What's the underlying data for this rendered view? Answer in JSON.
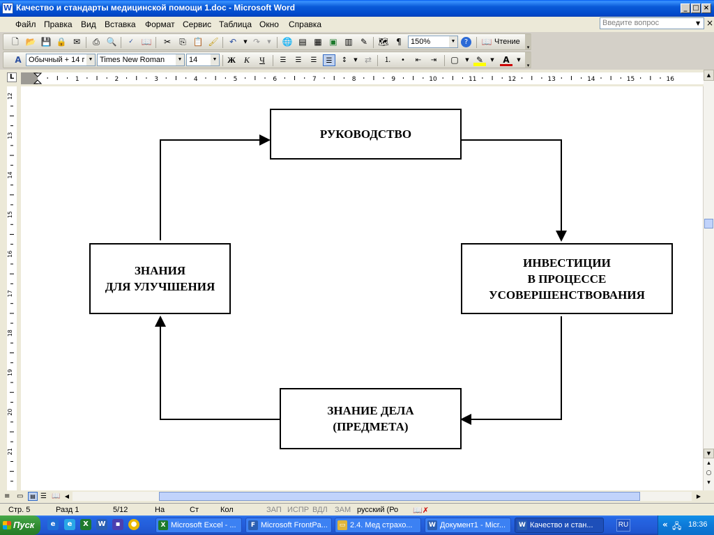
{
  "window": {
    "title": "Качество и стандарты медицинской помощи 1.doc - Microsoft Word",
    "app_icon": "word-icon"
  },
  "menu": {
    "items": [
      "Файл",
      "Правка",
      "Вид",
      "Вставка",
      "Формат",
      "Сервис",
      "Таблица",
      "Окно",
      "Справка"
    ],
    "help_placeholder": "Введите вопрос"
  },
  "standard_toolbar": {
    "zoom": "150%",
    "read_label": "Чтение"
  },
  "format_toolbar": {
    "style": "Обычный + 14 г",
    "font": "Times New Roman",
    "size": "14",
    "bold": "Ж",
    "italic": "К",
    "underline": "Ч"
  },
  "ruler": {
    "h_ticks": [
      "1",
      "2",
      "3",
      "4",
      "5",
      "6",
      "7",
      "8",
      "9",
      "10",
      "11",
      "12",
      "13",
      "14",
      "15",
      "16"
    ],
    "v_ticks": [
      "12",
      "13",
      "14",
      "15",
      "16",
      "17",
      "18",
      "19",
      "20",
      "21"
    ]
  },
  "diagram": {
    "top": "РУКОВОДСТВО",
    "right": "ИНВЕСТИЦИИ\nВ ПРОЦЕССЕ\nУСОВЕРШЕНСТВОВАНИЯ",
    "bottom": "ЗНАНИЕ ДЕЛА\n(ПРЕДМЕТА)",
    "left": "ЗНАНИЯ\nДЛЯ УЛУЧШЕНИЯ"
  },
  "status": {
    "page": "Стр. 5",
    "section": "Разд 1",
    "pages": "5/12",
    "at": "На",
    "line": "Ст",
    "col": "Кол",
    "rec": "ЗАП",
    "trk": "ИСПР",
    "ext": "ВДЛ",
    "ovr": "ЗАМ",
    "lang": "русский (Ро"
  },
  "taskbar": {
    "start": "Пуск",
    "tasks": [
      {
        "label": "Microsoft Excel - ...",
        "icon": "excel-icon",
        "color": "#1d7a2d"
      },
      {
        "label": "Microsoft FrontPa...",
        "icon": "frontpage-icon",
        "color": "#2b5fb3"
      },
      {
        "label": "2.4. Мед страхо...",
        "icon": "folder-icon",
        "color": "#e0b63a"
      },
      {
        "label": "Документ1 - Micr...",
        "icon": "word-icon",
        "color": "#2b5fb3"
      },
      {
        "label": "Качество и стан...",
        "icon": "word-icon",
        "color": "#2b5fb3"
      }
    ],
    "lang": "RU",
    "clock": "18:36"
  }
}
